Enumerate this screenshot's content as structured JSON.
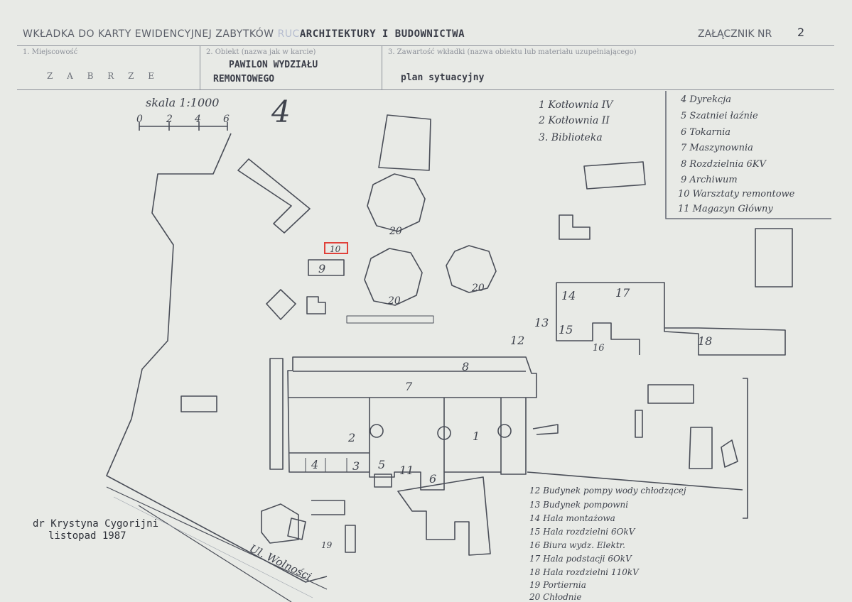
{
  "header": {
    "title_part1": "WKŁADKA DO KARTY EWIDENCYJNEJ ZABYTKÓW",
    "title_faded": "RUC",
    "title_part2": "ARCHITEKTURY I BUDOWNICTWA",
    "annex_label": "ZAŁĄCZNIK NR",
    "annex_number": "2"
  },
  "fields": [
    {
      "label": "1. Miejscowość",
      "value": "Z A B R Z E"
    },
    {
      "label": "2. Obiekt (nazwa jak w karcie)",
      "value_line1": "PAWILON WYDZIAŁU",
      "value_line2": "REMONTOWEGO"
    },
    {
      "label": "3. Zawartość wkładki (nazwa obiektu lub materiału uzupełniającego)",
      "value": "plan sytuacyjny"
    }
  ],
  "scale": {
    "label": "skala 1:1000",
    "ticks": [
      "0",
      "2",
      "4",
      "6"
    ]
  },
  "big_number": "4",
  "marked_building": "10",
  "legend_left": [
    "1 Kotłownia IV",
    "2 Kotłownia II",
    "3. Biblioteka"
  ],
  "legend_right": [
    "4 Dyrekcja",
    "5 Szatniei łaźnie",
    "6 Tokarnia",
    "7 Maszynownia",
    "8 Rozdzielnia 6KV",
    "9 Archiwum",
    "10 Warsztaty remontowe",
    "11 Magazyn Główny"
  ],
  "legend_bottom": [
    "12 Budynek pompy wody chłodzącej",
    "13 Budynek pompowni",
    "14 Hala montażowa",
    "15 Hala rozdzielni 6OkV",
    "16 Biura wydz. Elektr.",
    "17 Hala podstacji 6OkV",
    "18 Hala rozdzielni 110kV",
    "19 Portiernia",
    "20 Chłodnie"
  ],
  "building_labels": {
    "b1": "1",
    "b2": "2",
    "b3": "3",
    "b4": "4",
    "b5": "5",
    "b6": "6",
    "b7": "7",
    "b8": "8",
    "b9": "9",
    "b11": "11",
    "b12": "12",
    "b13": "13",
    "b14": "14",
    "b15": "15",
    "b16": "16",
    "b17": "17",
    "b18": "18",
    "b19": "19",
    "b20a": "20",
    "b20b": "20",
    "b20c": "20"
  },
  "street": "Ul. Wolności",
  "author": {
    "name": "dr Krystyna Cygorijni",
    "date": "listopad 1987"
  },
  "colors": {
    "paper": "#e8eae6",
    "ink": "#3f434d",
    "highlight": "#e0413a"
  }
}
